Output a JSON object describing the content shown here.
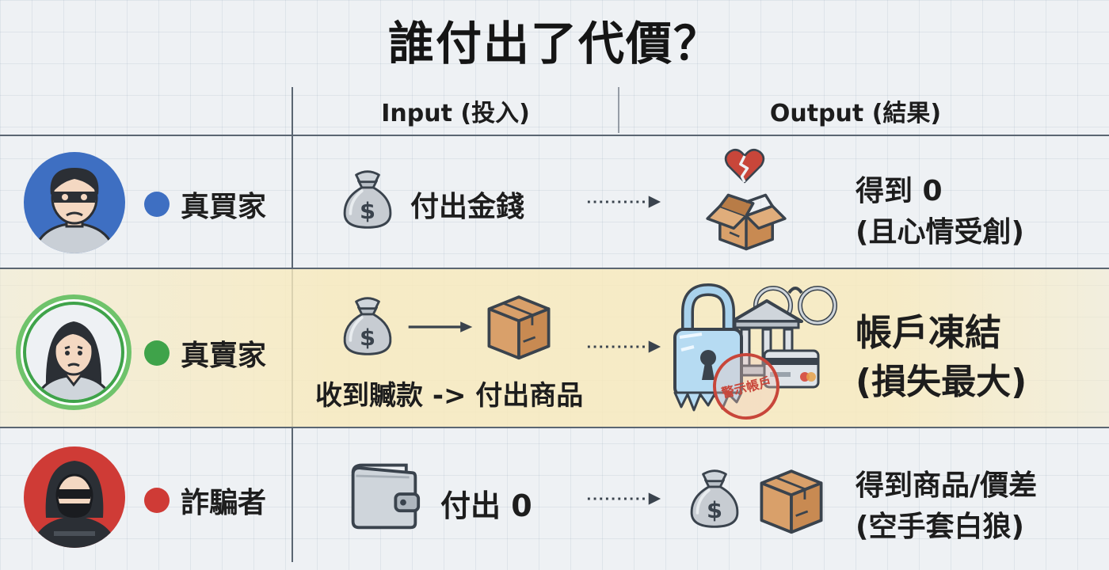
{
  "title": "誰付出了代價？",
  "columns": {
    "input": "Input (投入)",
    "output": "Output (結果)"
  },
  "colors": {
    "buyer": "#3e6fc2",
    "seller": "#3fa34a",
    "scammer": "#cf3b36",
    "highlight_row": "#f6e7bd",
    "line": "#5b6672"
  },
  "rows": [
    {
      "role": "真買家",
      "dot_color": "#3e6fc2",
      "avatar": "worried-masked-person",
      "input_icons": [
        "money-bag-icon"
      ],
      "input_text": "付出金錢",
      "output_icons": [
        "broken-heart-icon",
        "empty-box-icon"
      ],
      "output_line1": "得到 0",
      "output_line2": "(且心情受創)"
    },
    {
      "role": "真賣家",
      "dot_color": "#3fa34a",
      "avatar": "sad-woman",
      "input_icons": [
        "money-bag-icon",
        "arrow-right-icon",
        "package-icon"
      ],
      "input_text": "收到贓款 -> 付出商品",
      "output_icons": [
        "frozen-padlock-icon",
        "bank-icon",
        "handcuffs-icon",
        "credit-card-icon",
        "warning-stamp-icon"
      ],
      "stamp_text": "警示帳戶",
      "output_line1": "帳戶凍結",
      "output_line2": "(損失最大)"
    },
    {
      "role": "詐騙者",
      "dot_color": "#cf3b36",
      "avatar": "hooded-hacker",
      "input_icons": [
        "empty-wallet-icon"
      ],
      "input_text": "付出 0",
      "output_icons": [
        "money-bag-icon",
        "package-icon"
      ],
      "output_line1": "得到商品/價差",
      "output_line2": "(空手套白狼)"
    }
  ]
}
